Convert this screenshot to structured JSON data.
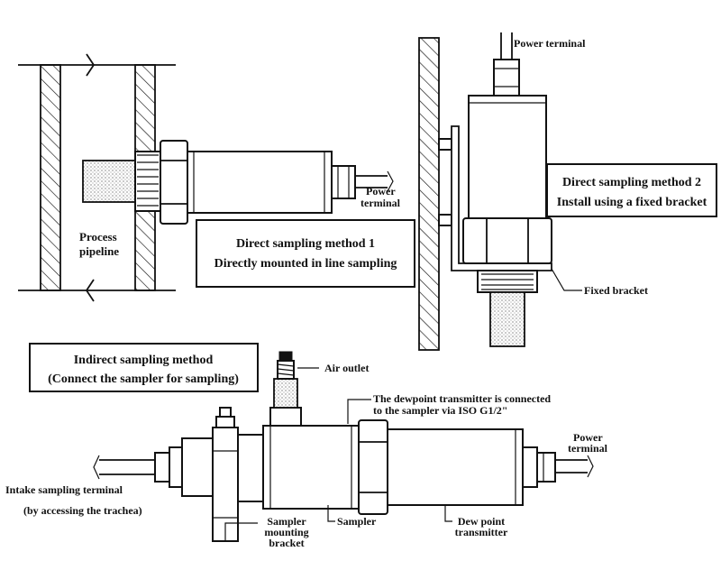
{
  "method1": {
    "title": "Direct sampling method 1",
    "subtitle": "Directly mounted in line sampling",
    "process_label_1": "Process",
    "process_label_2": "pipeline",
    "power_label_1": "Power",
    "power_label_2": "terminal"
  },
  "method2": {
    "title": "Direct sampling method 2",
    "subtitle": "Install using a fixed bracket",
    "power_label": "Power terminal",
    "bracket_label": "Fixed bracket"
  },
  "method3": {
    "title": "Indirect sampling method",
    "subtitle": "(Connect the sampler for sampling)",
    "air_outlet": "Air outlet",
    "connection_1": "The dewpoint transmitter is connected",
    "connection_2": "to the sampler via ISO G1/2\"",
    "power_1": "Power",
    "power_2": "terminal",
    "intake_1": "Intake sampling terminal",
    "intake_2": "(by accessing the trachea)",
    "bracket_1": "Sampler",
    "bracket_2": "mounting",
    "bracket_3": "bracket",
    "sampler": "Sampler",
    "transmitter_1": "Dew point",
    "transmitter_2": "transmitter"
  }
}
